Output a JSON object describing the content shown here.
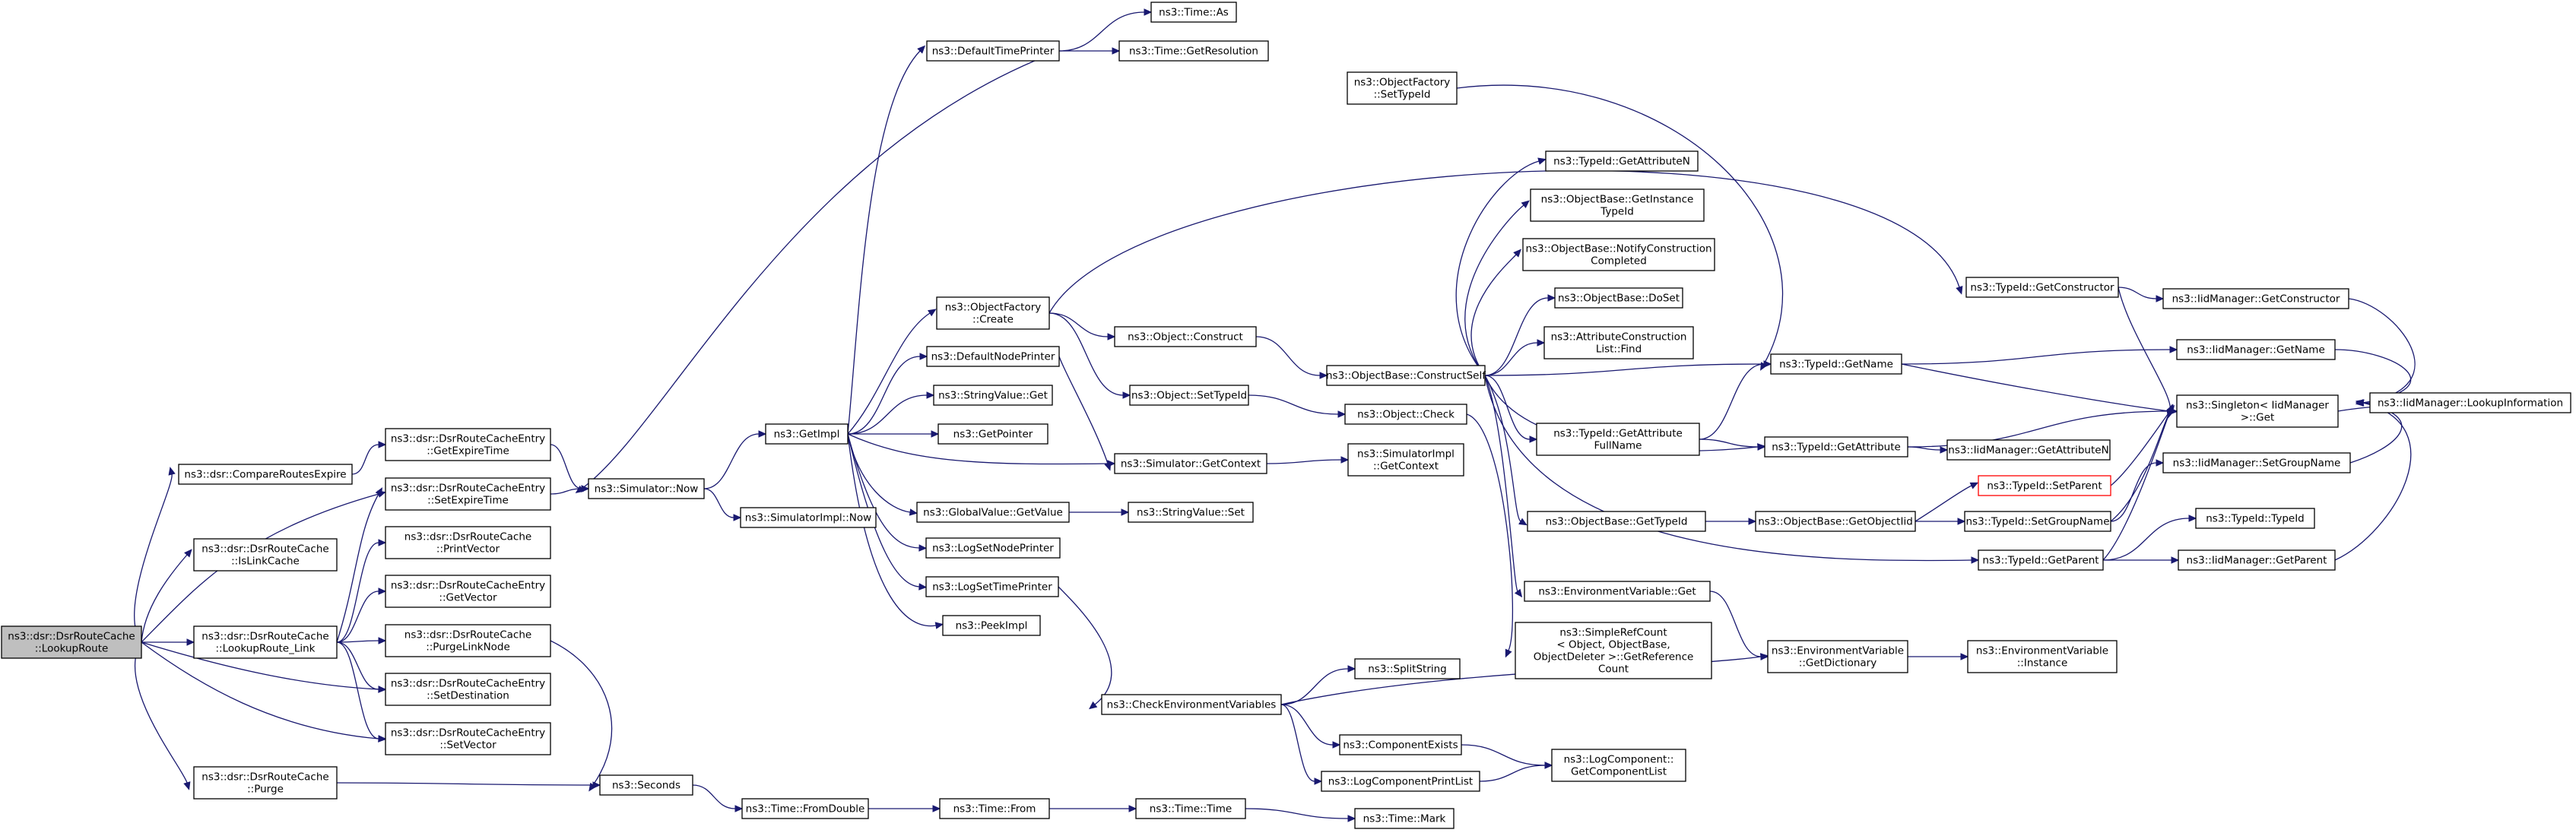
{
  "nodes": [
    {
      "id": "lookuproute",
      "lines": [
        "ns3::dsr::DsrRouteCache",
        "::LookupRoute"
      ],
      "root": true
    },
    {
      "id": "compareroutesexpire",
      "lines": [
        "ns3::dsr::CompareRoutesExpire"
      ]
    },
    {
      "id": "islinkcache",
      "lines": [
        "ns3::dsr::DsrRouteCache",
        "::IsLinkCache"
      ]
    },
    {
      "id": "lookuproute_link",
      "lines": [
        "ns3::dsr::DsrRouteCache",
        "::LookupRoute_Link"
      ]
    },
    {
      "id": "purge",
      "lines": [
        "ns3::dsr::DsrRouteCache",
        "::Purge"
      ]
    },
    {
      "id": "getexpiretime",
      "lines": [
        "ns3::dsr::DsrRouteCacheEntry",
        "::GetExpireTime"
      ]
    },
    {
      "id": "setexpiretime",
      "lines": [
        "ns3::dsr::DsrRouteCacheEntry",
        "::SetExpireTime"
      ]
    },
    {
      "id": "printvector",
      "lines": [
        "ns3::dsr::DsrRouteCache",
        "::PrintVector"
      ]
    },
    {
      "id": "getvector",
      "lines": [
        "ns3::dsr::DsrRouteCacheEntry",
        "::GetVector"
      ]
    },
    {
      "id": "purgelinknode",
      "lines": [
        "ns3::dsr::DsrRouteCache",
        "::PurgeLinkNode"
      ]
    },
    {
      "id": "setdestination",
      "lines": [
        "ns3::dsr::DsrRouteCacheEntry",
        "::SetDestination"
      ]
    },
    {
      "id": "setvector",
      "lines": [
        "ns3::dsr::DsrRouteCacheEntry",
        "::SetVector"
      ]
    },
    {
      "id": "simnow",
      "lines": [
        "ns3::Simulator::Now"
      ]
    },
    {
      "id": "simimplnow",
      "lines": [
        "ns3::SimulatorImpl::Now"
      ]
    },
    {
      "id": "seconds",
      "lines": [
        "ns3::Seconds"
      ]
    },
    {
      "id": "getimpl",
      "lines": [
        "ns3::GetImpl"
      ]
    },
    {
      "id": "fromdouble",
      "lines": [
        "ns3::Time::FromDouble"
      ]
    },
    {
      "id": "defaulttimeprinter",
      "lines": [
        "ns3::DefaultTimePrinter"
      ]
    },
    {
      "id": "objectfactorycreate",
      "lines": [
        "ns3::ObjectFactory",
        "::Create"
      ]
    },
    {
      "id": "defaultnodeprinter",
      "lines": [
        "ns3::DefaultNodePrinter"
      ]
    },
    {
      "id": "stringvalueget",
      "lines": [
        "ns3::StringValue::Get"
      ]
    },
    {
      "id": "getpointer",
      "lines": [
        "ns3::GetPointer"
      ]
    },
    {
      "id": "globalvaluegetvalue",
      "lines": [
        "ns3::GlobalValue::GetValue"
      ]
    },
    {
      "id": "logsetnodeprinter",
      "lines": [
        "ns3::LogSetNodePrinter"
      ]
    },
    {
      "id": "logsettimeprinter",
      "lines": [
        "ns3::LogSetTimePrinter"
      ]
    },
    {
      "id": "peekimpl",
      "lines": [
        "ns3::PeekImpl"
      ]
    },
    {
      "id": "timefrom",
      "lines": [
        "ns3::Time::From"
      ]
    },
    {
      "id": "timeas",
      "lines": [
        "ns3::Time::As"
      ]
    },
    {
      "id": "timegetresolution",
      "lines": [
        "ns3::Time::GetResolution"
      ]
    },
    {
      "id": "objectconstruct",
      "lines": [
        "ns3::Object::Construct"
      ]
    },
    {
      "id": "objectsettypeid",
      "lines": [
        "ns3::Object::SetTypeId"
      ]
    },
    {
      "id": "simgetcontext",
      "lines": [
        "ns3::Simulator::GetContext"
      ]
    },
    {
      "id": "stringvalueset",
      "lines": [
        "ns3::StringValue::Set"
      ]
    },
    {
      "id": "checkenv",
      "lines": [
        "ns3::CheckEnvironmentVariables"
      ]
    },
    {
      "id": "timetime",
      "lines": [
        "ns3::Time::Time"
      ]
    },
    {
      "id": "objfactorysettypeid",
      "lines": [
        "ns3::ObjectFactory",
        "::SetTypeId"
      ]
    },
    {
      "id": "constructself",
      "lines": [
        "ns3::ObjectBase::ConstructSelf"
      ]
    },
    {
      "id": "objectcheck",
      "lines": [
        "ns3::Object::Check"
      ]
    },
    {
      "id": "simimplgetcontext",
      "lines": [
        "ns3::SimulatorImpl",
        "::GetContext"
      ]
    },
    {
      "id": "splitstring",
      "lines": [
        "ns3::SplitString"
      ]
    },
    {
      "id": "componentexists",
      "lines": [
        "ns3::ComponentExists"
      ]
    },
    {
      "id": "logcomponentprintlist",
      "lines": [
        "ns3::LogComponentPrintList"
      ]
    },
    {
      "id": "timemark",
      "lines": [
        "ns3::Time::Mark"
      ]
    },
    {
      "id": "getattributen",
      "lines": [
        "ns3::TypeId::GetAttributeN"
      ]
    },
    {
      "id": "getinstancetypeid",
      "lines": [
        "ns3::ObjectBase::GetInstance",
        "TypeId"
      ]
    },
    {
      "id": "notifyconstruction",
      "lines": [
        "ns3::ObjectBase::NotifyConstruction",
        "Completed"
      ]
    },
    {
      "id": "doset",
      "lines": [
        "ns3::ObjectBase::DoSet"
      ]
    },
    {
      "id": "attrconstructionfind",
      "lines": [
        "ns3::AttributeConstruction",
        "List::Find"
      ]
    },
    {
      "id": "getattributefullname",
      "lines": [
        "ns3::TypeId::GetAttribute",
        "FullName"
      ]
    },
    {
      "id": "objectbasegettypeid",
      "lines": [
        "ns3::ObjectBase::GetTypeId"
      ]
    },
    {
      "id": "envget",
      "lines": [
        "ns3::EnvironmentVariable::Get"
      ]
    },
    {
      "id": "simplerefcount",
      "lines": [
        "ns3::SimpleRefCount",
        "< Object, ObjectBase,",
        "ObjectDeleter >::GetReference",
        "Count"
      ]
    },
    {
      "id": "getcomponentlist",
      "lines": [
        "ns3::LogComponent::",
        "GetComponentList"
      ]
    },
    {
      "id": "typeidgetname",
      "lines": [
        "ns3::TypeId::GetName"
      ]
    },
    {
      "id": "typeidgetattribute",
      "lines": [
        "ns3::TypeId::GetAttribute"
      ]
    },
    {
      "id": "getobjectiid",
      "lines": [
        "ns3::ObjectBase::GetObjectIid"
      ]
    },
    {
      "id": "envgetdictionary",
      "lines": [
        "ns3::EnvironmentVariable",
        "::GetDictionary"
      ]
    },
    {
      "id": "typeidgetconstructor",
      "lines": [
        "ns3::TypeId::GetConstructor"
      ]
    },
    {
      "id": "iidgetattributen",
      "lines": [
        "ns3::IidManager::GetAttributeN"
      ]
    },
    {
      "id": "typeidsetparent",
      "lines": [
        "ns3::TypeId::SetParent"
      ],
      "highlight": true
    },
    {
      "id": "typeidsetgroupname",
      "lines": [
        "ns3::TypeId::SetGroupName"
      ]
    },
    {
      "id": "typeidgetparent",
      "lines": [
        "ns3::TypeId::GetParent"
      ]
    },
    {
      "id": "envinstance",
      "lines": [
        "ns3::EnvironmentVariable",
        "::Instance"
      ]
    },
    {
      "id": "iidgetconstructor",
      "lines": [
        "ns3::IidManager::GetConstructor"
      ]
    },
    {
      "id": "iidgetname",
      "lines": [
        "ns3::IidManager::GetName"
      ]
    },
    {
      "id": "singletonget",
      "lines": [
        "ns3::Singleton< IidManager",
        ">::Get"
      ]
    },
    {
      "id": "iidsetgroupname",
      "lines": [
        "ns3::IidManager::SetGroupName"
      ]
    },
    {
      "id": "typeidtypeid",
      "lines": [
        "ns3::TypeId::TypeId"
      ]
    },
    {
      "id": "iidgetparent",
      "lines": [
        "ns3::IidManager::GetParent"
      ]
    },
    {
      "id": "iidlookupinformation",
      "lines": [
        "ns3::IidManager::LookupInformation"
      ]
    }
  ],
  "edges": [
    [
      "lookuproute",
      "compareroutesexpire"
    ],
    [
      "lookuproute",
      "islinkcache"
    ],
    [
      "lookuproute",
      "lookuproute_link"
    ],
    [
      "lookuproute",
      "purge"
    ],
    [
      "lookuproute",
      "setexpiretime"
    ],
    [
      "lookuproute",
      "setdestination"
    ],
    [
      "lookuproute",
      "setvector"
    ],
    [
      "compareroutesexpire",
      "getexpiretime"
    ],
    [
      "getexpiretime",
      "simnow"
    ],
    [
      "setexpiretime",
      "simnow"
    ],
    [
      "lookuproute_link",
      "setexpiretime"
    ],
    [
      "lookuproute_link",
      "printvector"
    ],
    [
      "lookuproute_link",
      "getvector"
    ],
    [
      "lookuproute_link",
      "purgelinknode"
    ],
    [
      "lookuproute_link",
      "setdestination"
    ],
    [
      "lookuproute_link",
      "setvector"
    ],
    [
      "purgelinknode",
      "seconds"
    ],
    [
      "purge",
      "seconds"
    ],
    [
      "seconds",
      "fromdouble"
    ],
    [
      "fromdouble",
      "timefrom"
    ],
    [
      "timefrom",
      "timetime"
    ],
    [
      "timetime",
      "timemark"
    ],
    [
      "simnow",
      "getimpl"
    ],
    [
      "simnow",
      "simimplnow"
    ],
    [
      "getimpl",
      "defaulttimeprinter"
    ],
    [
      "getimpl",
      "objectfactorycreate"
    ],
    [
      "getimpl",
      "defaultnodeprinter"
    ],
    [
      "getimpl",
      "stringvalueget"
    ],
    [
      "getimpl",
      "getpointer"
    ],
    [
      "getimpl",
      "globalvaluegetvalue"
    ],
    [
      "getimpl",
      "logsetnodeprinter"
    ],
    [
      "getimpl",
      "logsettimeprinter"
    ],
    [
      "getimpl",
      "peekimpl"
    ],
    [
      "getimpl",
      "simgetcontext"
    ],
    [
      "defaulttimeprinter",
      "simnow"
    ],
    [
      "defaulttimeprinter",
      "timeas"
    ],
    [
      "defaulttimeprinter",
      "timegetresolution"
    ],
    [
      "defaultnodeprinter",
      "simgetcontext"
    ],
    [
      "simgetcontext",
      "simimplgetcontext"
    ],
    [
      "globalvaluegetvalue",
      "stringvalueset"
    ],
    [
      "logsettimeprinter",
      "checkenv"
    ],
    [
      "objectfactorycreate",
      "objectconstruct"
    ],
    [
      "objectfactorycreate",
      "objectsettypeid"
    ],
    [
      "objectfactorycreate",
      "typeidgetconstructor"
    ],
    [
      "objectconstruct",
      "constructself"
    ],
    [
      "objectsettypeid",
      "objectcheck"
    ],
    [
      "objectcheck",
      "simplerefcount"
    ],
    [
      "checkenv",
      "splitstring"
    ],
    [
      "checkenv",
      "componentexists"
    ],
    [
      "checkenv",
      "logcomponentprintlist"
    ],
    [
      "checkenv",
      "envgetdictionary"
    ],
    [
      "componentexists",
      "getcomponentlist"
    ],
    [
      "logcomponentprintlist",
      "getcomponentlist"
    ],
    [
      "objfactorysettypeid",
      "typeidgetname"
    ],
    [
      "constructself",
      "getattributen"
    ],
    [
      "constructself",
      "getinstancetypeid"
    ],
    [
      "constructself",
      "notifyconstruction"
    ],
    [
      "constructself",
      "doset"
    ],
    [
      "constructself",
      "attrconstructionfind"
    ],
    [
      "constructself",
      "getattributefullname"
    ],
    [
      "constructself",
      "typeidgetname"
    ],
    [
      "constructself",
      "typeidgetattribute"
    ],
    [
      "constructself",
      "objectbasegettypeid"
    ],
    [
      "constructself",
      "envget"
    ],
    [
      "constructself",
      "typeidgetparent"
    ],
    [
      "getattributefullname",
      "typeidgetname"
    ],
    [
      "getattributefullname",
      "typeidgetattribute"
    ],
    [
      "objectbasegettypeid",
      "getobjectiid"
    ],
    [
      "envget",
      "envgetdictionary"
    ],
    [
      "envgetdictionary",
      "envinstance"
    ],
    [
      "typeidgetname",
      "iidgetname"
    ],
    [
      "typeidgetname",
      "singletonget"
    ],
    [
      "typeidgetattribute",
      "iidgetattributen"
    ],
    [
      "typeidgetattribute",
      "singletonget"
    ],
    [
      "getobjectiid",
      "typeidsetparent"
    ],
    [
      "getobjectiid",
      "typeidsetgroupname"
    ],
    [
      "typeidsetparent",
      "singletonget"
    ],
    [
      "typeidsetgroupname",
      "iidsetgroupname"
    ],
    [
      "typeidsetgroupname",
      "singletonget"
    ],
    [
      "typeidgetparent",
      "typeidtypeid"
    ],
    [
      "typeidgetparent",
      "iidgetparent"
    ],
    [
      "typeidgetparent",
      "singletonget"
    ],
    [
      "typeidgetconstructor",
      "iidgetconstructor"
    ],
    [
      "typeidgetconstructor",
      "singletonget"
    ],
    [
      "iidgetconstructor",
      "iidlookupinformation"
    ],
    [
      "iidgetname",
      "iidlookupinformation"
    ],
    [
      "iidsetgroupname",
      "iidlookupinformation"
    ],
    [
      "iidgetparent",
      "iidlookupinformation"
    ],
    [
      "singletonget",
      "iidlookupinformation"
    ]
  ]
}
